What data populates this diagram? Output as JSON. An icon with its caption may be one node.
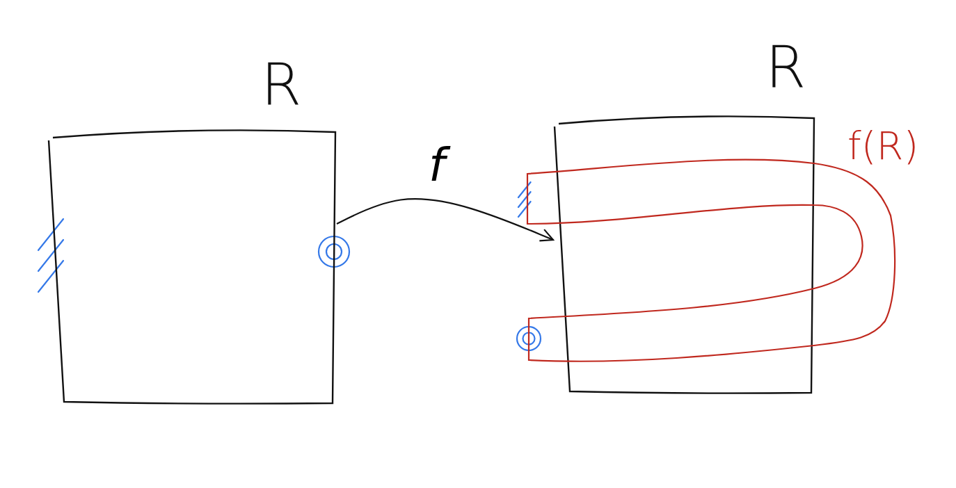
{
  "diagram": {
    "nodes": [
      {
        "text": [
          "R"
        ]
      },
      {
        "text": [
          "R"
        ]
      },
      {
        "text": [
          "f(R)"
        ]
      }
    ],
    "edges": [
      {
        "from": 0,
        "to": 1,
        "arrow": "to",
        "label": "f"
      }
    ]
  }
}
